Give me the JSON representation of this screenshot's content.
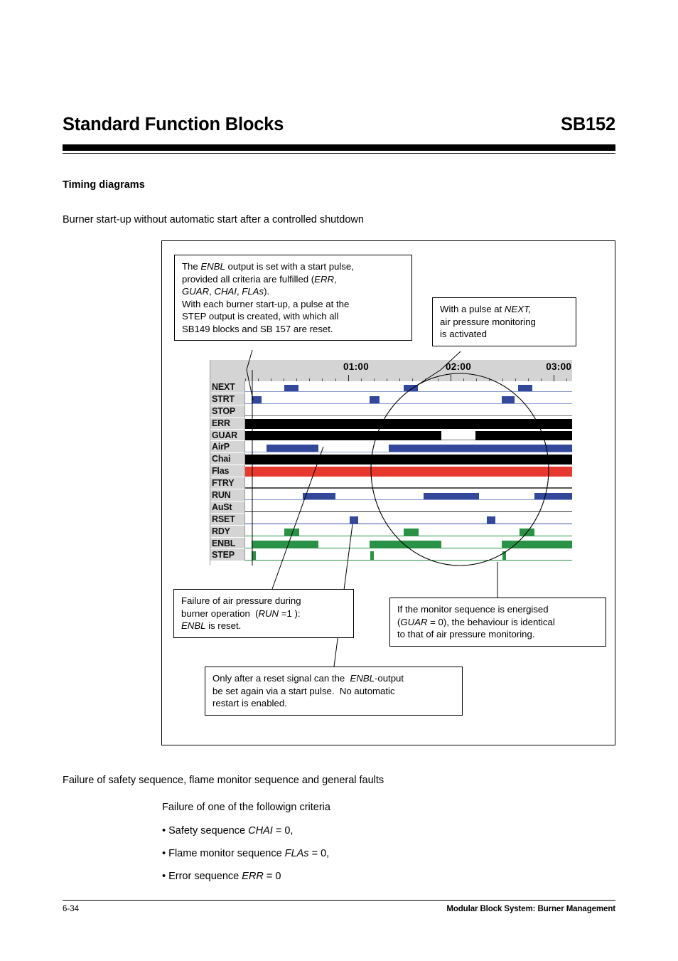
{
  "header": {
    "title": "Standard Function Blocks",
    "code": "SB152"
  },
  "sections": {
    "timing_diagrams_heading": "Timing diagrams",
    "subtitle": "Burner start-up without automatic start after a controlled shutdown",
    "failure_heading": "Failure of safety sequence, flame monitor sequence and general faults",
    "criteria_intro": "Failure of one of the followign criteria",
    "criteria": [
      "• Safety sequence CHAI = 0,",
      "• Flame monitor sequence FLAs = 0,",
      "• Error sequence ERR = 0"
    ]
  },
  "callouts": {
    "enbl": "The ENBL output is set with a start pulse, provided all criteria are fulfilled (ERR, GUAR, CHAI, FLAs). With each burner start-up, a pulse at the STEP output is created, with which all SB149 blocks and SB 157 are reset.",
    "next": "With a pulse at NEXT, air pressure monitoring is activated",
    "airp": "Failure of air pressure during burner operation  (RUN =1 ): ENBL is reset.",
    "guar": "If the monitor sequence is energised (GUAR = 0), the behaviour is identical to that of air pressure monitoring.",
    "reset": "Only after a reset signal can the  ENBL-output be set again via a start pulse.  No automatic restart is enabled."
  },
  "chart_data": {
    "type": "timing-diagram",
    "title": "Burner start-up without automatic start after a controlled shutdown",
    "time_axis": {
      "labels": [
        "01:00",
        "02:00",
        "03:00"
      ],
      "label_x_pct": [
        40.0,
        71.3,
        102.0
      ],
      "major_tick_pct": [
        31.5,
        63.0,
        94.5
      ],
      "minor_tick_interval_pct": 3.93,
      "range_start": "00:00",
      "range_end": "03:10"
    },
    "signals": [
      {
        "name": "NEXT",
        "color": "#33479b",
        "baseline": "#8a9ad0",
        "pulses": [
          [
            12.0,
            16.3
          ],
          [
            48.5,
            52.8
          ],
          [
            83.5,
            87.8
          ]
        ]
      },
      {
        "name": "STRT",
        "color": "#33479b",
        "baseline": "#8a9ad0",
        "pulses": [
          [
            2.0,
            5.0
          ],
          [
            38.0,
            41.0
          ],
          [
            78.5,
            82.5
          ]
        ]
      },
      {
        "name": "STOP",
        "color": "#33479b",
        "baseline": "#777777",
        "pulses": []
      },
      {
        "name": "ERR",
        "color": "#000000",
        "baseline": "#777777",
        "pulses": [
          [
            0,
            100
          ]
        ]
      },
      {
        "name": "GUAR",
        "color": "#000000",
        "baseline": "#777777",
        "pulses": [
          [
            0,
            60.0
          ],
          [
            70.5,
            100
          ]
        ]
      },
      {
        "name": "AirP",
        "color": "#33479b",
        "baseline": "#8a9ad0",
        "pulses": [
          [
            6.5,
            22.5
          ],
          [
            44.0,
            100
          ]
        ]
      },
      {
        "name": "Chai",
        "color": "#000000",
        "baseline": "#777777",
        "pulses": [
          [
            0,
            100
          ]
        ]
      },
      {
        "name": "Flas",
        "color": "#e8392e",
        "baseline": "#e8392e",
        "pulses": [
          [
            0,
            100
          ]
        ]
      },
      {
        "name": "FTRY",
        "color": "#33479b",
        "baseline": "#555555",
        "pulses": []
      },
      {
        "name": "RUN",
        "color": "#33479b",
        "baseline": "#8a9ad0",
        "pulses": [
          [
            17.5,
            27.5
          ],
          [
            54.5,
            71.5
          ],
          [
            88.5,
            100
          ]
        ]
      },
      {
        "name": "AuSt",
        "color": "#33479b",
        "baseline": "#333333",
        "pulses": []
      },
      {
        "name": "RSET",
        "color": "#33479b",
        "baseline": "#3b52a8",
        "pulses": [
          [
            32.0,
            34.5
          ],
          [
            74.0,
            76.5
          ]
        ]
      },
      {
        "name": "RDY",
        "color": "#2a9246",
        "baseline": "#2a9246",
        "pulses": [
          [
            12.0,
            16.5
          ],
          [
            48.5,
            53.0
          ],
          [
            84.0,
            88.5
          ]
        ]
      },
      {
        "name": "ENBL",
        "color": "#2a9246",
        "baseline": "#2a9246",
        "pulses": [
          [
            2.0,
            22.5
          ],
          [
            38.0,
            60.0
          ],
          [
            78.5,
            100
          ]
        ]
      },
      {
        "name": "STEP",
        "color": "#2a9246",
        "baseline": "#2a9246",
        "pulses": [
          [
            2.0,
            3.2
          ],
          [
            38.2,
            39.4
          ],
          [
            78.6,
            79.8
          ]
        ]
      }
    ]
  },
  "footer": {
    "page": "6-34",
    "source": "Modular Block System: Burner Management"
  }
}
